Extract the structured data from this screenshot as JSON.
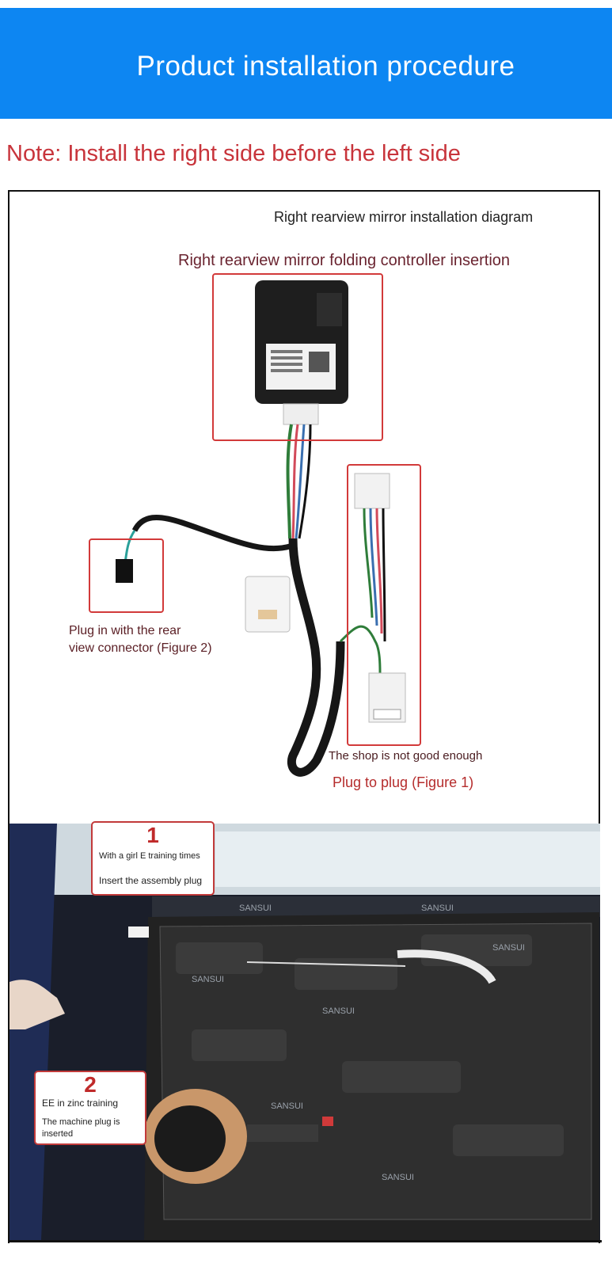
{
  "header": {
    "title": "Product installation procedure",
    "bg_color": "#0d86f2"
  },
  "note": {
    "text": "Note: Install the right side before the left side",
    "color": "#c8343b"
  },
  "diagram": {
    "title": "Right rearview mirror installation diagram",
    "subtitle": "Right rearview mirror folding controller insertion",
    "left_label_line1": "Plug in with the rear",
    "left_label_line2": "view connector (Figure 2)",
    "right_label_top": "The shop is not good enough",
    "right_label_bottom": "Plug to plug (Figure 1)"
  },
  "callout1": {
    "number": "1",
    "line1": "With a girl E training times",
    "line2": "Insert the assembly plug"
  },
  "callout2": {
    "number": "2",
    "line1": "EE in zinc training",
    "line2": "The machine plug is inserted"
  },
  "icons": {
    "controller": "controller-module-icon",
    "harness": "wiring-harness-icon",
    "door": "car-door-panel-icon"
  }
}
